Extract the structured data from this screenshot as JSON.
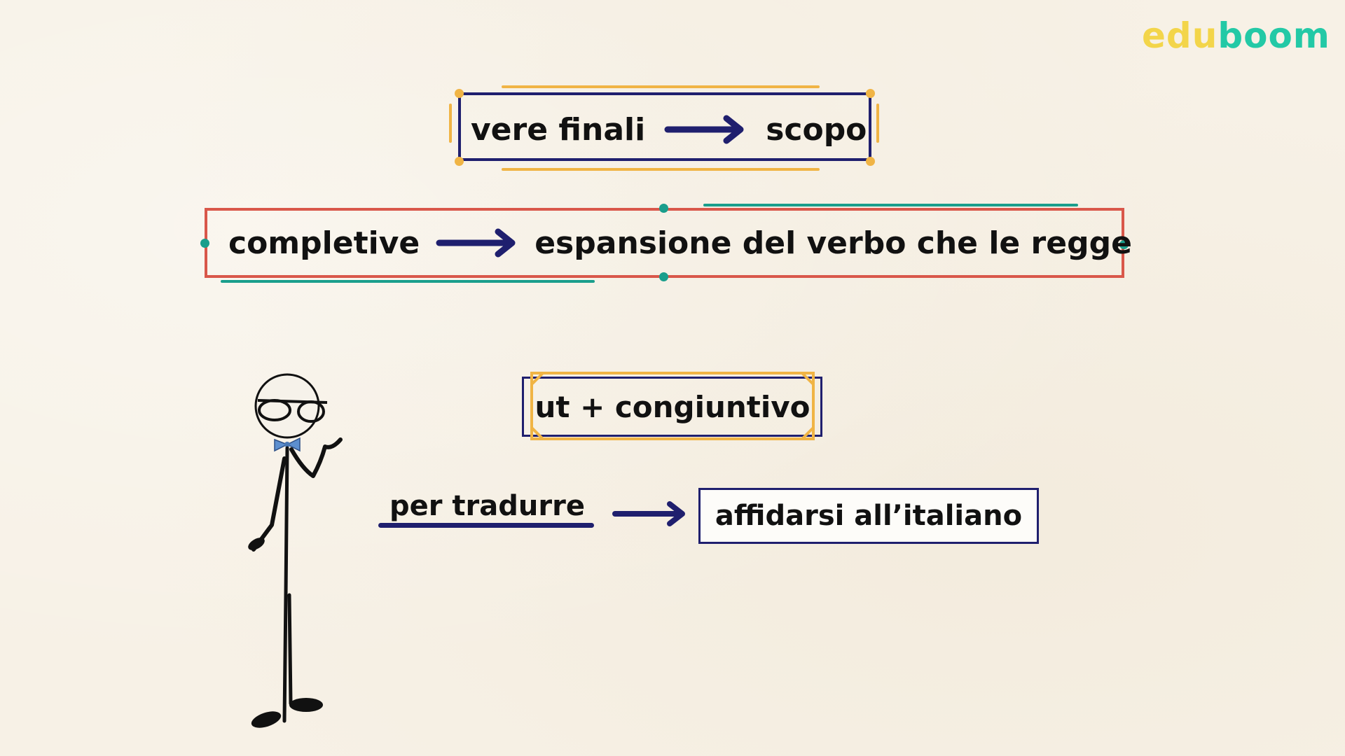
{
  "logo": {
    "part1": "edu",
    "part2": "boom"
  },
  "colors": {
    "background": "#f7f1e6",
    "navy": "#1f1f6e",
    "gold": "#f0b445",
    "red": "#d9574a",
    "teal": "#1a9e8c",
    "logo_yellow": "#f3d54a",
    "logo_teal": "#23c9a6",
    "bowtie": "#5d8fcf"
  },
  "box1": {
    "left": "vere finali",
    "right": "scopo"
  },
  "box2": {
    "left": "completive",
    "right": "espansione del verbo che le regge"
  },
  "box3": {
    "text": "ut + congiuntivo"
  },
  "row4": {
    "label": "per tradurre",
    "result": "affidarsi all’italiano"
  },
  "icons": {
    "arrow": "right-arrow-icon",
    "character": "stick-figure-with-glasses"
  }
}
